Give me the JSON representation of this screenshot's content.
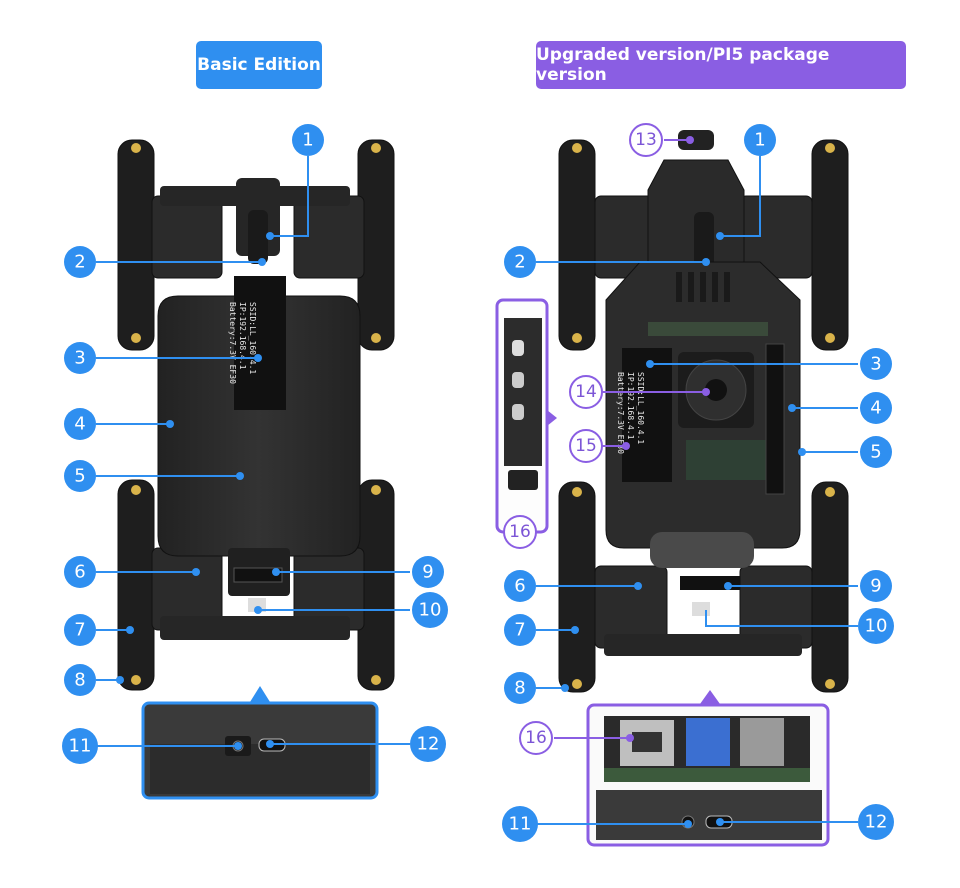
{
  "colors": {
    "basic_accent": "#2f8ff0",
    "upgraded_accent": "#8a5ee3",
    "robot_body": "#2a2a2a",
    "robot_dark": "#1b1b1b"
  },
  "editions": {
    "basic": {
      "label": "Basic Edition"
    },
    "upgraded": {
      "label": "Upgraded version/PI5 package version"
    }
  },
  "oled": {
    "line1": "SSID:LL_160.4.1",
    "line2": "IP:192.168.4.1",
    "line3": "Battery:7.3V EF30"
  },
  "callouts": {
    "basic": [
      "1",
      "2",
      "3",
      "4",
      "5",
      "6",
      "7",
      "8",
      "9",
      "10",
      "11",
      "12"
    ],
    "upgraded": [
      "1",
      "2",
      "3",
      "4",
      "5",
      "6",
      "7",
      "8",
      "9",
      "10",
      "11",
      "12",
      "13",
      "14",
      "15",
      "16",
      "16"
    ]
  },
  "icons": [
    "rj45-port-icon",
    "usb-a-port-icon",
    "usb-c-port-icon",
    "dc-jack-icon",
    "fan-icon"
  ]
}
